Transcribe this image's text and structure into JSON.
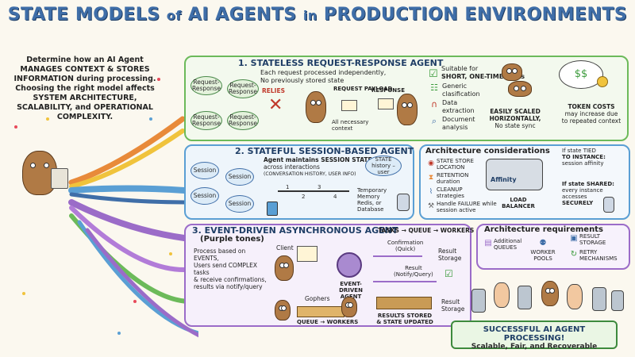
{
  "title": {
    "part1": "STATE MODELS",
    "part2": "of",
    "part3": "AI AGENTS",
    "part4": "in",
    "part5": "PRODUCTION ENVIRONMENTS"
  },
  "intro": {
    "line1": "Determine how an AI Agent",
    "line2": "MANAGES CONTEXT & STORES",
    "line3": "INFORMATION during processing.",
    "line4": "Choosing the right model affects",
    "line5": "SYSTEM ARCHITECTURE,",
    "line6": "SCALABILITY, and OPERATIONAL",
    "line7": "COMPLEXITY."
  },
  "section1": {
    "title": "1. STATELESS REQUEST-RESPONSE AGENT",
    "desc1": "Each request processed independently,",
    "desc2": "No previously stored state",
    "bubbles": [
      "Request-Response",
      "Request-Response",
      "Request-Response",
      "Request-Response"
    ],
    "relies": "RELIES",
    "request_payload": "REQUEST PAYLOAD",
    "response": "RESPONSE",
    "all_context": "All necessary context",
    "suitable1": "Suitable for",
    "suitable2": "SHORT, ONE-TIME tasks",
    "uses": [
      "Generic clasification",
      "Data extraction",
      "Document analysis"
    ],
    "scaled1": "EASILY SCALED",
    "scaled2": "HORIZONTALLY,",
    "scaled3": "No state sync",
    "token1": "TOKEN COSTS",
    "token2": "may increase due",
    "token3": "to repeated context"
  },
  "section2": {
    "title": "2. STATEFUL SESSION-BASED AGENT",
    "bubbles": [
      "Session",
      "Session",
      "Session",
      "Session"
    ],
    "desc1": "Agent maintains SESSION STATE",
    "desc2": "across interactions",
    "desc3": "(CONVERSATION HISTORY, USER INFO)",
    "state_bubble1": "STATE",
    "state_bubble2": "history – user",
    "steps": [
      "1",
      "2",
      "3",
      "4"
    ],
    "storage1": "Temporary",
    "storage2": "Memory",
    "storage3": "Redis, or",
    "storage4": "Database"
  },
  "arch": {
    "title": "Architecture considerations",
    "items": [
      "STATE STORE LOCATION",
      "RETENTION duration",
      "CLEANUP strategies",
      "Handle FAILURE while session active"
    ],
    "affinity": "Affinity",
    "load_balancer": "LOAD BALANCER",
    "tied1": "If state TIED",
    "tied2": "TO INSTANCE:",
    "tied3": "session affinity",
    "shared1": "If state SHARED:",
    "shared2": "every instance",
    "shared3": "accesses",
    "shared4": "SECURELY"
  },
  "section3": {
    "title": "3. EVENT-DRIVEN ASYNCHRONOUS AGENT",
    "subtitle": "(Purple tones)",
    "flow": "TASKS → QUEUE → WORKERS",
    "desc1": "Process based on EVENTS,",
    "desc2": "Users send COMPLEX tasks",
    "desc3": "& receive confirmations,",
    "desc4": "results via notify/query",
    "client": "Client",
    "agent1": "EVENT-DRIVEN",
    "agent2": "AGENT",
    "confirmation1": "Confirmation",
    "confirmation2": "(Quick)",
    "result1": "Result",
    "result2": "(Notify/Query)",
    "result_storage1": "Result",
    "result_storage2": "Storage",
    "gophers": "Gophers",
    "queue_workers": "QUEUE → WORKERS",
    "stored1": "RESULTS STORED",
    "stored2": "& STATE UPDATED",
    "result_storage3": "Result",
    "result_storage4": "Storage"
  },
  "req": {
    "title": "Architecture requirements",
    "items": [
      "Additional QUEUES",
      "WORKER POOLS",
      "RESULT STORAGE",
      "RETRY MECHANISMS"
    ]
  },
  "banner": {
    "line1": "SUCCESSFUL AI AGENT PROCESSING!",
    "line2": "Scalable, Fair, and Recoverable"
  },
  "colors": {
    "green": "#6cba5a",
    "blue": "#5a9fd4",
    "purple": "#9b6cc8",
    "title": "#3f6ea8"
  }
}
